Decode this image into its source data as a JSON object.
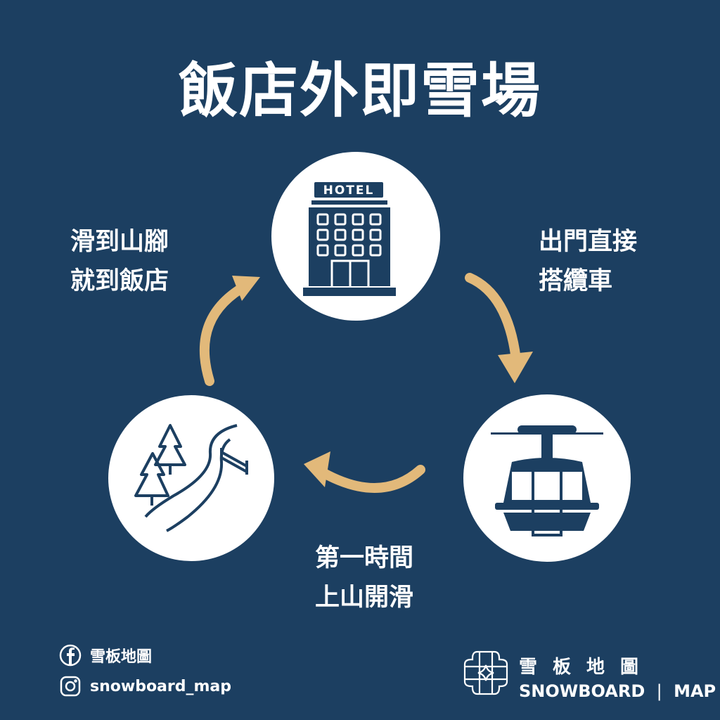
{
  "title": "飯店外即雪場",
  "steps": [
    {
      "icon": "hotel-icon",
      "sign": "HOTEL"
    },
    {
      "icon": "gondola-icon"
    },
    {
      "icon": "ski-slope-icon"
    }
  ],
  "captions": {
    "right": [
      "出門直接",
      "搭纜車"
    ],
    "bottom": [
      "第一時間",
      "上山開滑"
    ],
    "left": [
      "滑到山腳",
      "就到飯店"
    ]
  },
  "social": {
    "facebook": "雪板地圖",
    "instagram": "snowboard_map"
  },
  "brand": {
    "name_cn": "雪板地圖",
    "name_en": "SNOWBOARD",
    "name_en_suffix": "MAP"
  },
  "colors": {
    "background": "#1c3f61",
    "arrow": "#e2b97a",
    "icon": "#1c3f61"
  }
}
